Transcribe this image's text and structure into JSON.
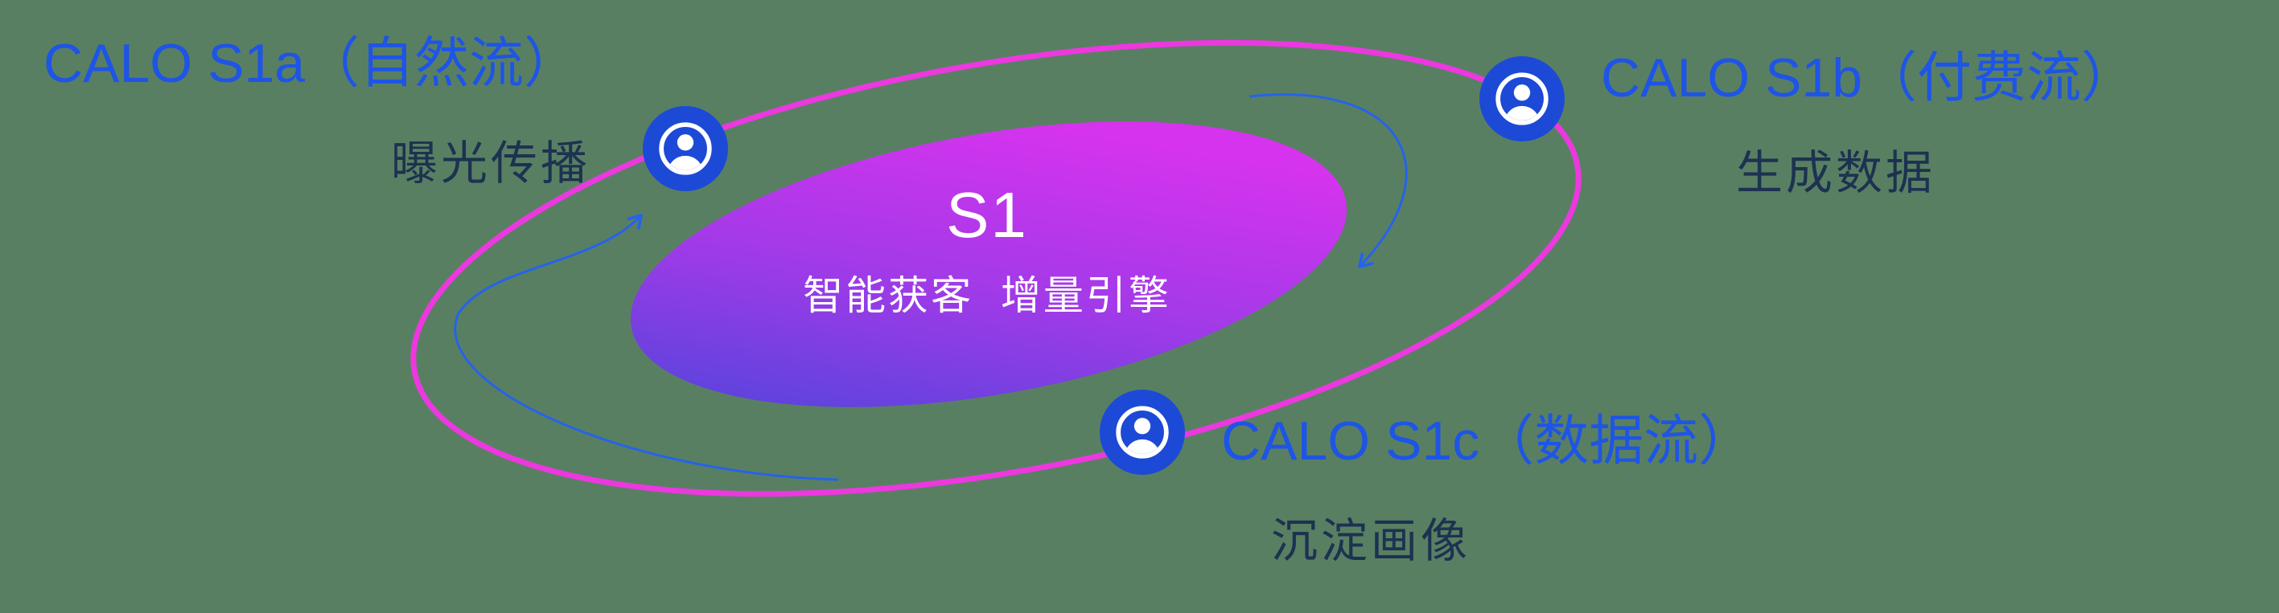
{
  "diagram": {
    "core": {
      "title": "S1",
      "subtitle": "智能获客  增量引擎"
    },
    "nodes": [
      {
        "id": "s1a",
        "title": "CALO S1a（自然流）",
        "subtitle": "曝光传播"
      },
      {
        "id": "s1b",
        "title": "CALO S1b（付费流）",
        "subtitle": "生成数据"
      },
      {
        "id": "s1c",
        "title": "CALO S1c（数据流）",
        "subtitle": "沉淀画像"
      }
    ],
    "icons": [
      {
        "name": "person-badge-icon",
        "meaning": "user / audience node"
      }
    ]
  },
  "colors": {
    "background": "#597f63",
    "orbit_pink": "#ec38df",
    "label_blue": "#1e55e6",
    "label_dark": "#1d3250",
    "badge_blue": "#1c4ad6",
    "badge_glyph": "#ffffff",
    "arrow_blue": "#2563eb",
    "core_text": "#ffffff",
    "core_gradient_start": "#4247d8",
    "core_gradient_mid": "#a23ae8",
    "core_gradient_end": "#d633ee"
  }
}
